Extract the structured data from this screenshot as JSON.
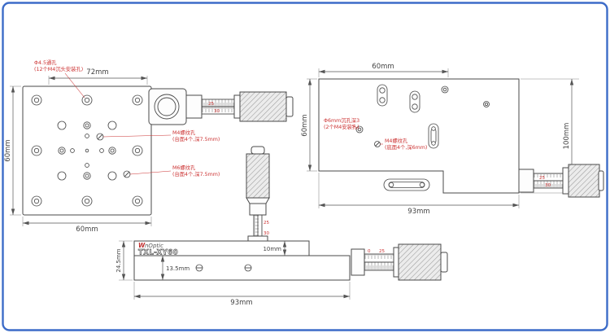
{
  "colors": {
    "frame_border": "#3d6cc8",
    "drawing_lines": "#4a4a4a",
    "dimension_text": "#444444",
    "annotation_red": "#cc3333"
  },
  "views": {
    "top": {
      "dims": {
        "top": "72mm",
        "left": "60mm",
        "bottom": "60mm"
      },
      "annotations": [
        {
          "line1": "Φ4.5通孔",
          "line2": "(12个M4沉头安装孔)"
        },
        {
          "line1": "M4螺纹孔",
          "line2": "(台面4个,深7.5mm)"
        },
        {
          "line1": "M6螺纹孔",
          "line2": "(台面4个,深7.5mm)"
        }
      ],
      "scale": [
        "25",
        "30"
      ]
    },
    "back": {
      "dims": {
        "top": "60mm",
        "left": "60mm",
        "bottom": "93mm",
        "right": "100mm"
      },
      "annotations": [
        {
          "line1": "Φ6mm沉孔深3",
          "line2": "(2个M4安装孔)"
        },
        {
          "line1": "M4螺纹孔",
          "line2": "(底面4个,深6mm)"
        }
      ],
      "scale": [
        "25",
        "30"
      ]
    },
    "side": {
      "dims": {
        "left": "24.5mm",
        "top_plate": "10mm",
        "bottom_plate": "13.5mm",
        "bottom": "93mm"
      },
      "logo": {
        "accent": "W",
        "rest": "nOptic",
        "model": "TXL-XY60"
      },
      "scale_vertical": [
        "25",
        "30"
      ],
      "scale_horizontal": [
        "0",
        "25"
      ]
    }
  }
}
